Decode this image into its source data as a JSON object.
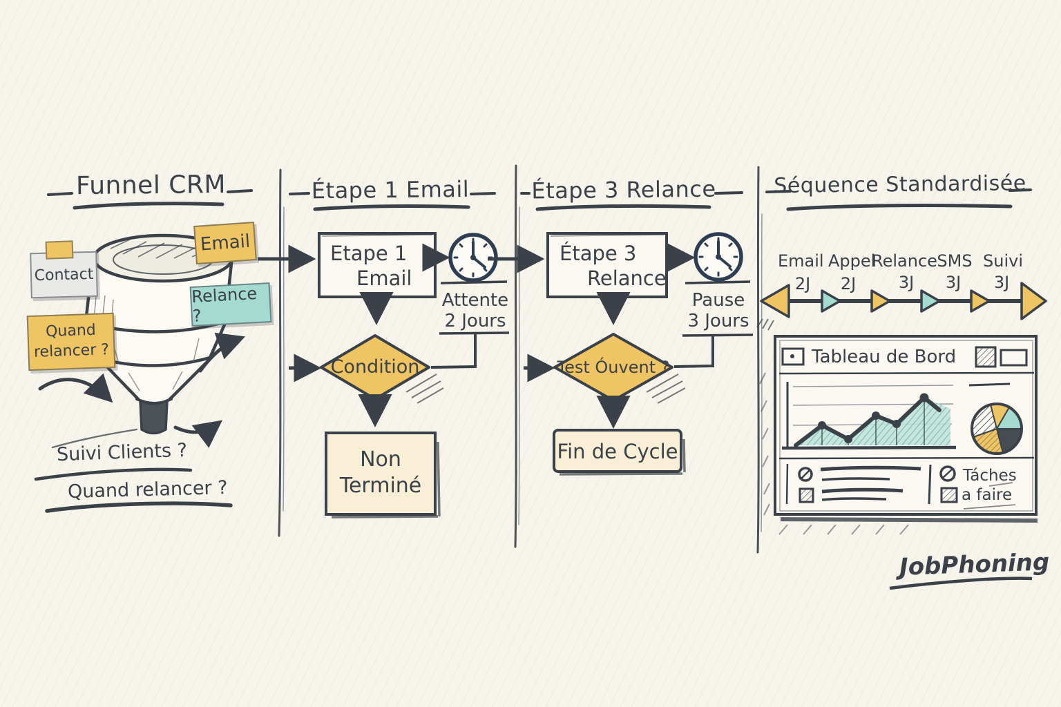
{
  "colors": {
    "paper": "#f7f4ec",
    "ink": "#3a4148",
    "yellow": "#efc463",
    "cream": "#f9efd6",
    "teal": "#a5dad1",
    "navy": "#2e3e52",
    "gray_note": "#e9eae7",
    "chart_teal": "#9fd2c9"
  },
  "panel1": {
    "title": "Funnel CRM",
    "note_contact": "Contact",
    "note_email": "Email",
    "note_relance": "Relance ?",
    "note_quand_line1": "Quand",
    "note_quand_line2": "relancer ?",
    "question1": "Suivi Clients ?",
    "question2": "Quand relancer ?"
  },
  "panel2": {
    "title": "Étape 1 Email",
    "box_line1": "Etape 1",
    "box_line2": "Email",
    "wait_line1": "Attente",
    "wait_line2": "2 Jours",
    "diamond": "Condition",
    "result_line1": "Non",
    "result_line2": "Terminé"
  },
  "panel3": {
    "title": "Étape 3 Relance",
    "box_line1": "Étape 3",
    "box_line2": "Relance",
    "wait_line1": "Pause",
    "wait_line2": "3 Jours",
    "diamond": "Test Óuvent ?",
    "result": "Fin de Cycle"
  },
  "panel4": {
    "title": "Séquence Standardisée",
    "steps": [
      {
        "channel": "Email",
        "duration": "2J"
      },
      {
        "channel": "Appel",
        "duration": "2J"
      },
      {
        "channel": "Relance",
        "duration": "3J"
      },
      {
        "channel": "SMS",
        "duration": "3J"
      },
      {
        "channel": "Suivi",
        "duration": "3J"
      }
    ],
    "dashboard": {
      "title": "Tableau de Bord",
      "tasks_line1": "Táches",
      "tasks_line2": "a faire"
    }
  },
  "signature": "JobPhoning"
}
